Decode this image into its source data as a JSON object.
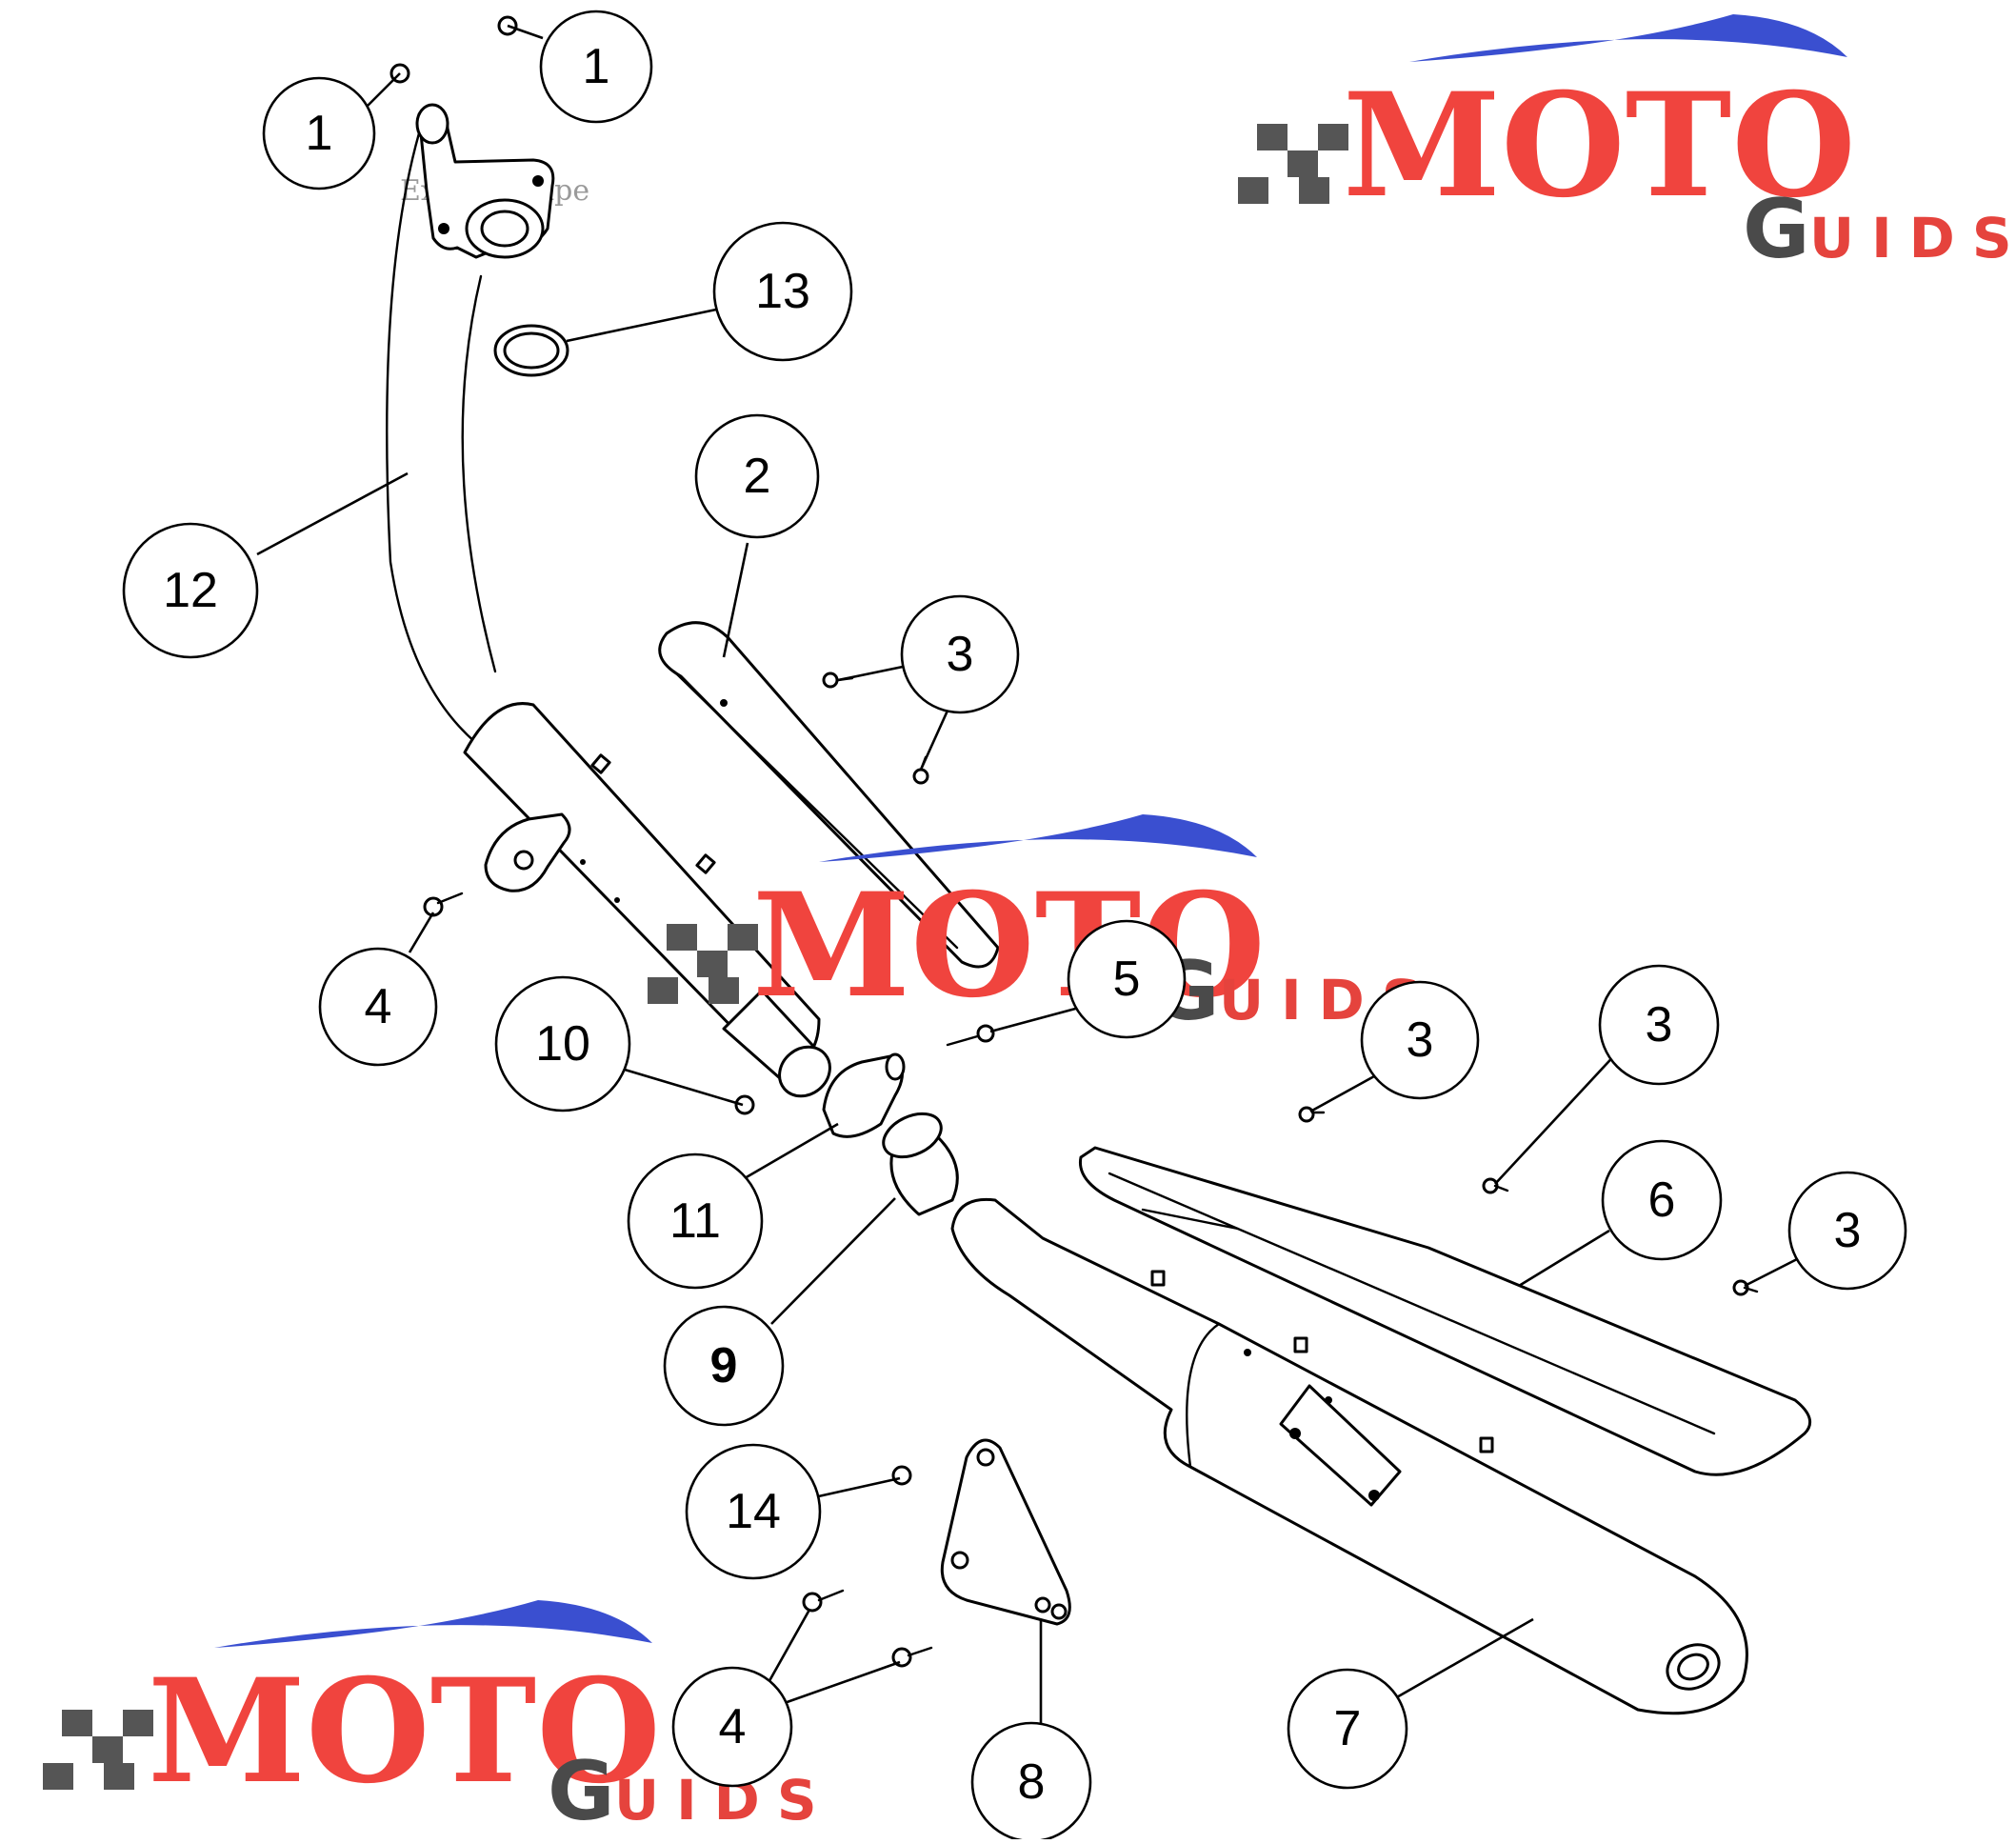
{
  "diagram": {
    "faint_label": "Exhaust Pipe",
    "callouts": [
      {
        "id": "c1a",
        "label": "1"
      },
      {
        "id": "c1b",
        "label": "1"
      },
      {
        "id": "c13",
        "label": "13"
      },
      {
        "id": "c12",
        "label": "12"
      },
      {
        "id": "c2",
        "label": "2"
      },
      {
        "id": "c3a",
        "label": "3"
      },
      {
        "id": "c4a",
        "label": "4"
      },
      {
        "id": "c10",
        "label": "10"
      },
      {
        "id": "c5",
        "label": "5"
      },
      {
        "id": "c3b",
        "label": "3"
      },
      {
        "id": "c3c",
        "label": "3"
      },
      {
        "id": "c6",
        "label": "6"
      },
      {
        "id": "c3d",
        "label": "3"
      },
      {
        "id": "c11",
        "label": "11"
      },
      {
        "id": "c9",
        "label": "9"
      },
      {
        "id": "c14",
        "label": "14"
      },
      {
        "id": "c4b",
        "label": "4"
      },
      {
        "id": "c8",
        "label": "8"
      },
      {
        "id": "c7",
        "label": "7"
      }
    ]
  },
  "watermark": {
    "brand_main": "MOTO",
    "brand_sub_initial": "G",
    "brand_sub": "UIDS",
    "colors": {
      "red": "#f0443e",
      "blue": "#3a4fd0",
      "gray": "#4a4a4a",
      "checker": "#555555"
    }
  }
}
